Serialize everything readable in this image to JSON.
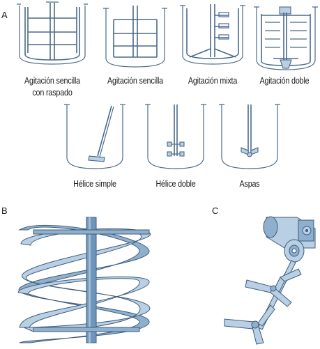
{
  "panels": {
    "a": {
      "letter": "A"
    },
    "b": {
      "letter": "B"
    },
    "c": {
      "letter": "C"
    }
  },
  "captions": {
    "agitacion_sencilla_raspado_1": "Agitación sencilla",
    "agitacion_sencilla_raspado_2": "con raspado",
    "agitacion_sencilla": "Agitación sencilla",
    "agitacion_mixta": "Agitación mixta",
    "agitacion_doble": "Agitación doble",
    "helice_simple": "Hélice simple",
    "helice_doble": "Hélice doble",
    "aspas": "Aspas"
  },
  "colors": {
    "line": "#4a6a8c",
    "fill_light": "#b9cfe3",
    "fill_mid": "#8fb0cd"
  }
}
